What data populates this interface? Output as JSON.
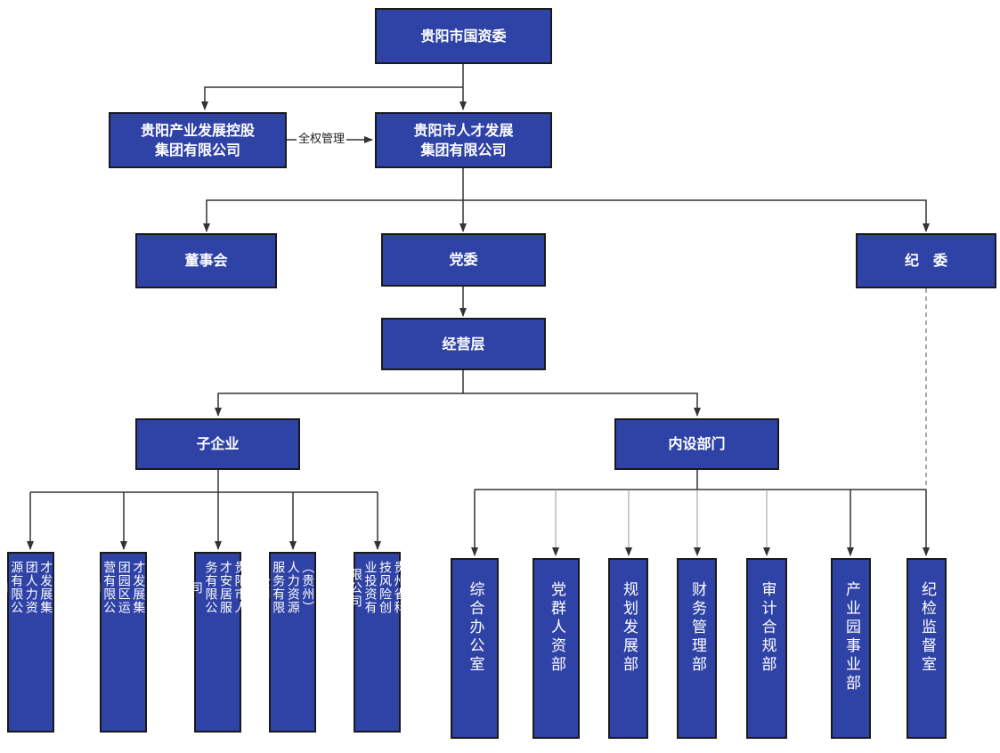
{
  "nodes": {
    "sasac": "贵阳市国资委",
    "industry_group": "贵阳产业发展控股\n集团有限公司",
    "talent_group": "贵阳市人才发展\n集团有限公司",
    "board": "董事会",
    "party_committee": "党委",
    "discipline_committee": "纪　委",
    "management": "经营层",
    "subsidiaries": "子企业",
    "internal_departments": "内设部门"
  },
  "edge_labels": {
    "full_management": "全权管理"
  },
  "subsidiary_companies": [
    "贵阳市人\n才发展集\n团人力资\n源有限公\n司",
    "贵阳市人\n才发展集\n团园区运\n营有限公\n司",
    "贵阳市人\n才安居服\n务有限公\n司",
    "上海外服\n（贵州）\n人力资源\n服务有限\n公司",
    "贵州省科\n技风险创\n业投资有\n限公司"
  ],
  "departments": [
    "综合办公室",
    "党群人资部",
    "规划发展部",
    "财务管理部",
    "审计合规部",
    "产业园事业部",
    "纪检监督室"
  ],
  "colors": {
    "node_fill": "#2f42a6",
    "node_border": "#1a1a1a",
    "connector": "#333333",
    "node_text": "#ffffff"
  }
}
